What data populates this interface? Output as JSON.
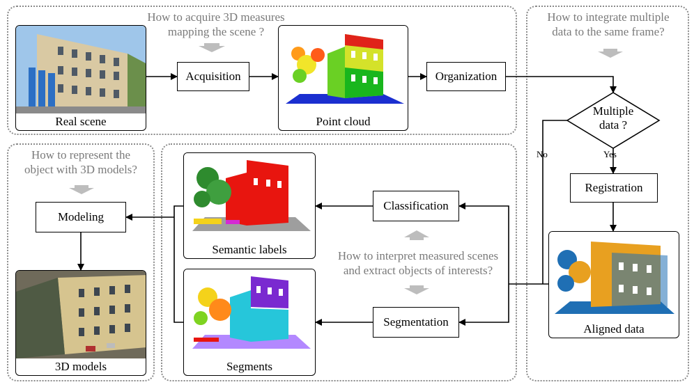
{
  "questions": {
    "acquire": "How to acquire 3D measures\nmapping the scene ?",
    "integrate": "How to integrate multiple\ndata to the same frame?",
    "represent": "How to represent the\nobject with 3D models?",
    "interpret": "How to interpret measured scenes\nand extract objects of interests?"
  },
  "process_boxes": {
    "acquisition": "Acquisition",
    "organization": "Organization",
    "registration": "Registration",
    "classification": "Classification",
    "segmentation": "Segmentation",
    "modeling": "Modeling"
  },
  "decision": {
    "label": "Multiple\ndata ?",
    "yes": "Yes",
    "no": "No"
  },
  "image_captions": {
    "real_scene": "Real scene",
    "point_cloud": "Point cloud",
    "aligned_data": "Aligned data",
    "semantic_labels": "Semantic labels",
    "segments": "Segments",
    "models_3d": "3D models"
  },
  "colors": {
    "region_border": "#8a8a8a",
    "question_text": "#7a7a7a",
    "gray_arrow": "#bdbdbd",
    "aligned_orange": "#e8a020",
    "aligned_blue": "#1f6fb4",
    "semantic_red": "#e8150f",
    "semantic_green": "#2e8b2e",
    "segment_purple": "#7a2ad0",
    "segment_cyan": "#26c6da"
  }
}
